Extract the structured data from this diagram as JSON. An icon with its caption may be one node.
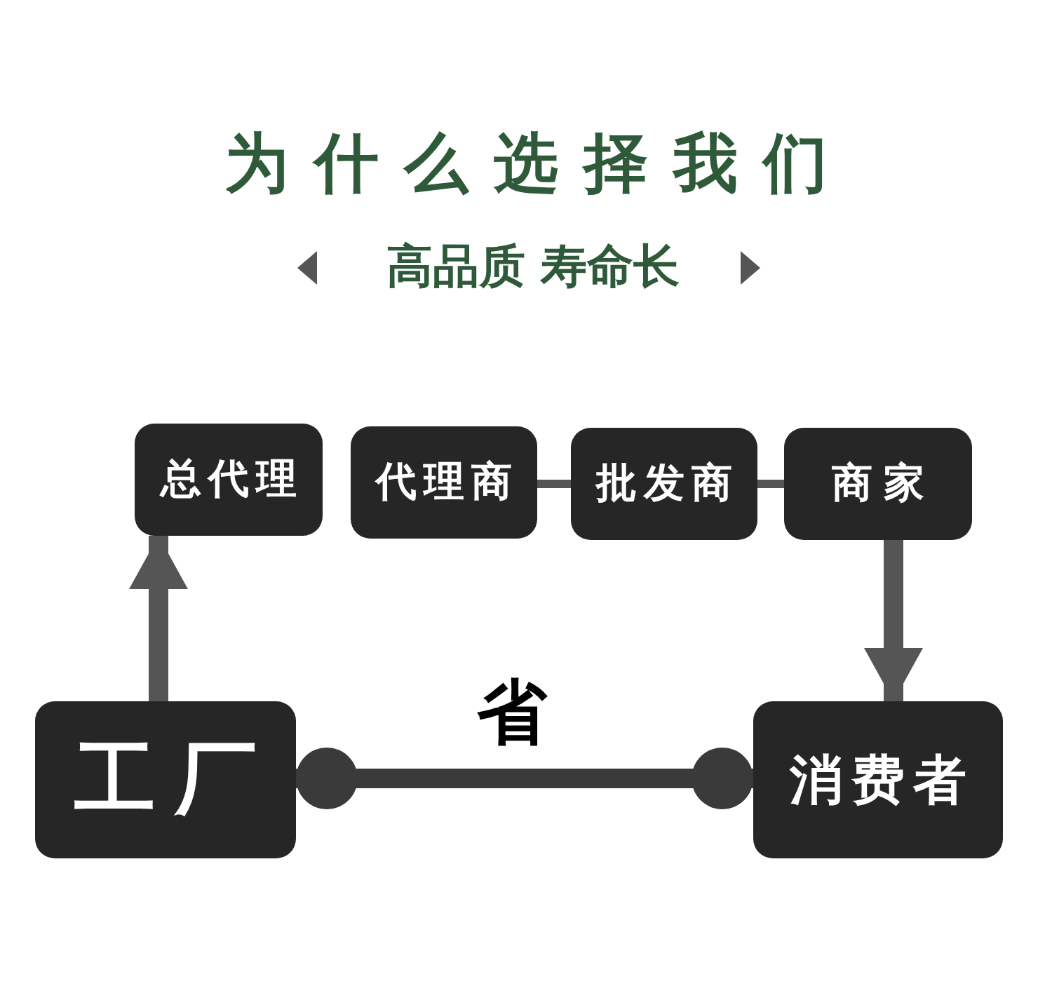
{
  "diagram": {
    "title": "为什么选择我们",
    "nodes": [
      {
        "text": [
          "总代理"
        ]
      },
      {
        "text": [
          "代理商"
        ]
      },
      {
        "text": [
          "批发商"
        ]
      },
      {
        "text": [
          "商家"
        ]
      },
      {
        "text": [
          "工厂"
        ]
      },
      {
        "text": [
          "消费者"
        ]
      }
    ],
    "edges": [
      {
        "from": 4,
        "to": 0,
        "arrow": "to"
      },
      {
        "from": 1,
        "to": 2,
        "arrow": "none"
      },
      {
        "from": 2,
        "to": 3,
        "arrow": "none"
      },
      {
        "from": 3,
        "to": 5,
        "arrow": "to"
      },
      {
        "from": 4,
        "to": 5,
        "arrow": "other",
        "label": "省",
        "color": "#3a3a3a"
      }
    ],
    "labels": [
      "高品质 寿命长"
    ]
  }
}
